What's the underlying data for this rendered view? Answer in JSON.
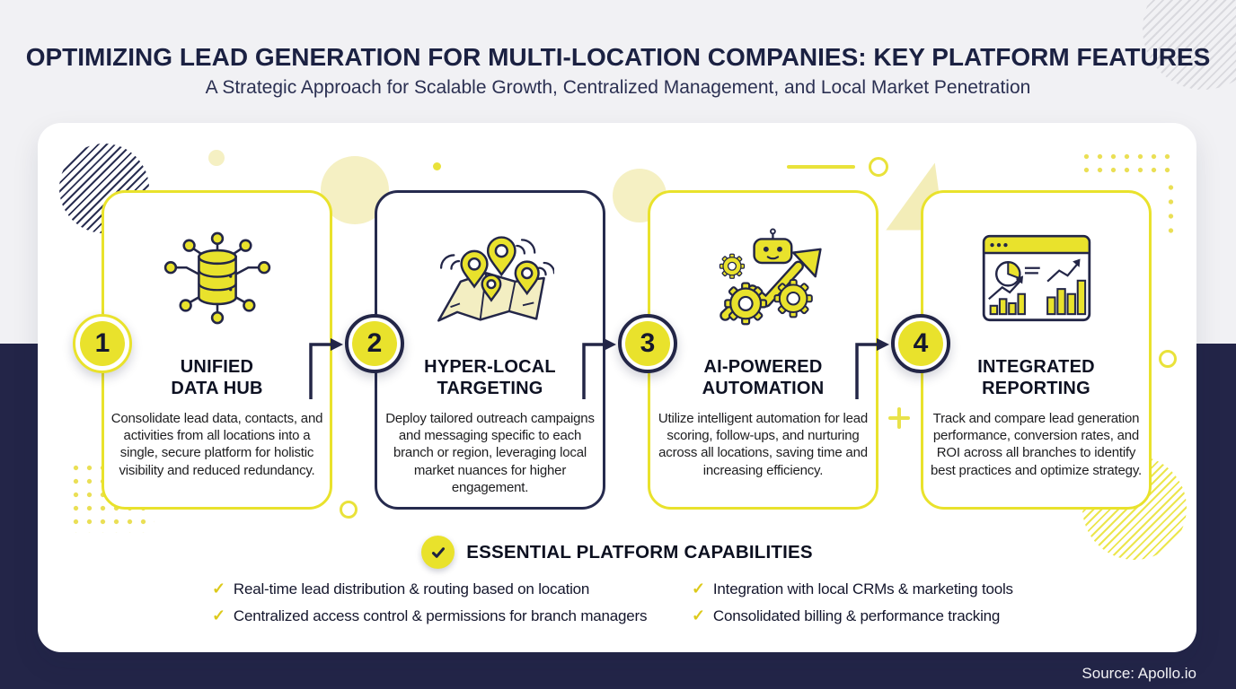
{
  "colors": {
    "yellow": "#e9e22c",
    "pale_yellow": "#f5f0c3",
    "navy": "#232647",
    "navy_background": "#232548",
    "light_background": "#f1f1f4",
    "check_yellow": "#ddca1c"
  },
  "header": {
    "title": "OPTIMIZING LEAD GENERATION FOR MULTI-LOCATION COMPANIES: KEY PLATFORM FEATURES",
    "subtitle": "A Strategic Approach for Scalable Growth, Centralized Management, and Local Market Penetration"
  },
  "cards": [
    {
      "number": "1",
      "icon": "database-hub-icon",
      "title_line1": "UNIFIED",
      "title_line2": "DATA HUB",
      "description": "Consolidate lead data, contacts, and activities from all locations into a single, secure platform for holistic visibility and reduced redundancy."
    },
    {
      "number": "2",
      "icon": "map-location-pins-icon",
      "title_line1": "HYPER-LOCAL",
      "title_line2": "TARGETING",
      "description": "Deploy tailored outreach campaigns and messaging specific to each branch or region, leveraging local market nuances for higher engagement."
    },
    {
      "number": "3",
      "icon": "robot-gears-growth-icon",
      "title_line1": "AI-POWERED",
      "title_line2": "AUTOMATION",
      "description": "Utilize intelligent automation for lead scoring, follow-ups, and nurturing across all locations, saving time and increasing efficiency."
    },
    {
      "number": "4",
      "icon": "dashboard-charts-icon",
      "title_line1": "INTEGRATED",
      "title_line2": "REPORTING",
      "description": "Track and compare lead generation performance, conversion rates, and ROI across all branches to identify best practices and optimize strategy."
    }
  ],
  "capabilities": {
    "heading": "ESSENTIAL PLATFORM CAPABILITIES",
    "check_icon": "✓",
    "items": [
      "Real-time lead distribution & routing based on location",
      "Integration with local CRMs & marketing tools",
      "Centralized access control & permissions for branch managers",
      "Consolidated billing & performance tracking"
    ]
  },
  "footer": {
    "source": "Source: Apollo.io"
  }
}
